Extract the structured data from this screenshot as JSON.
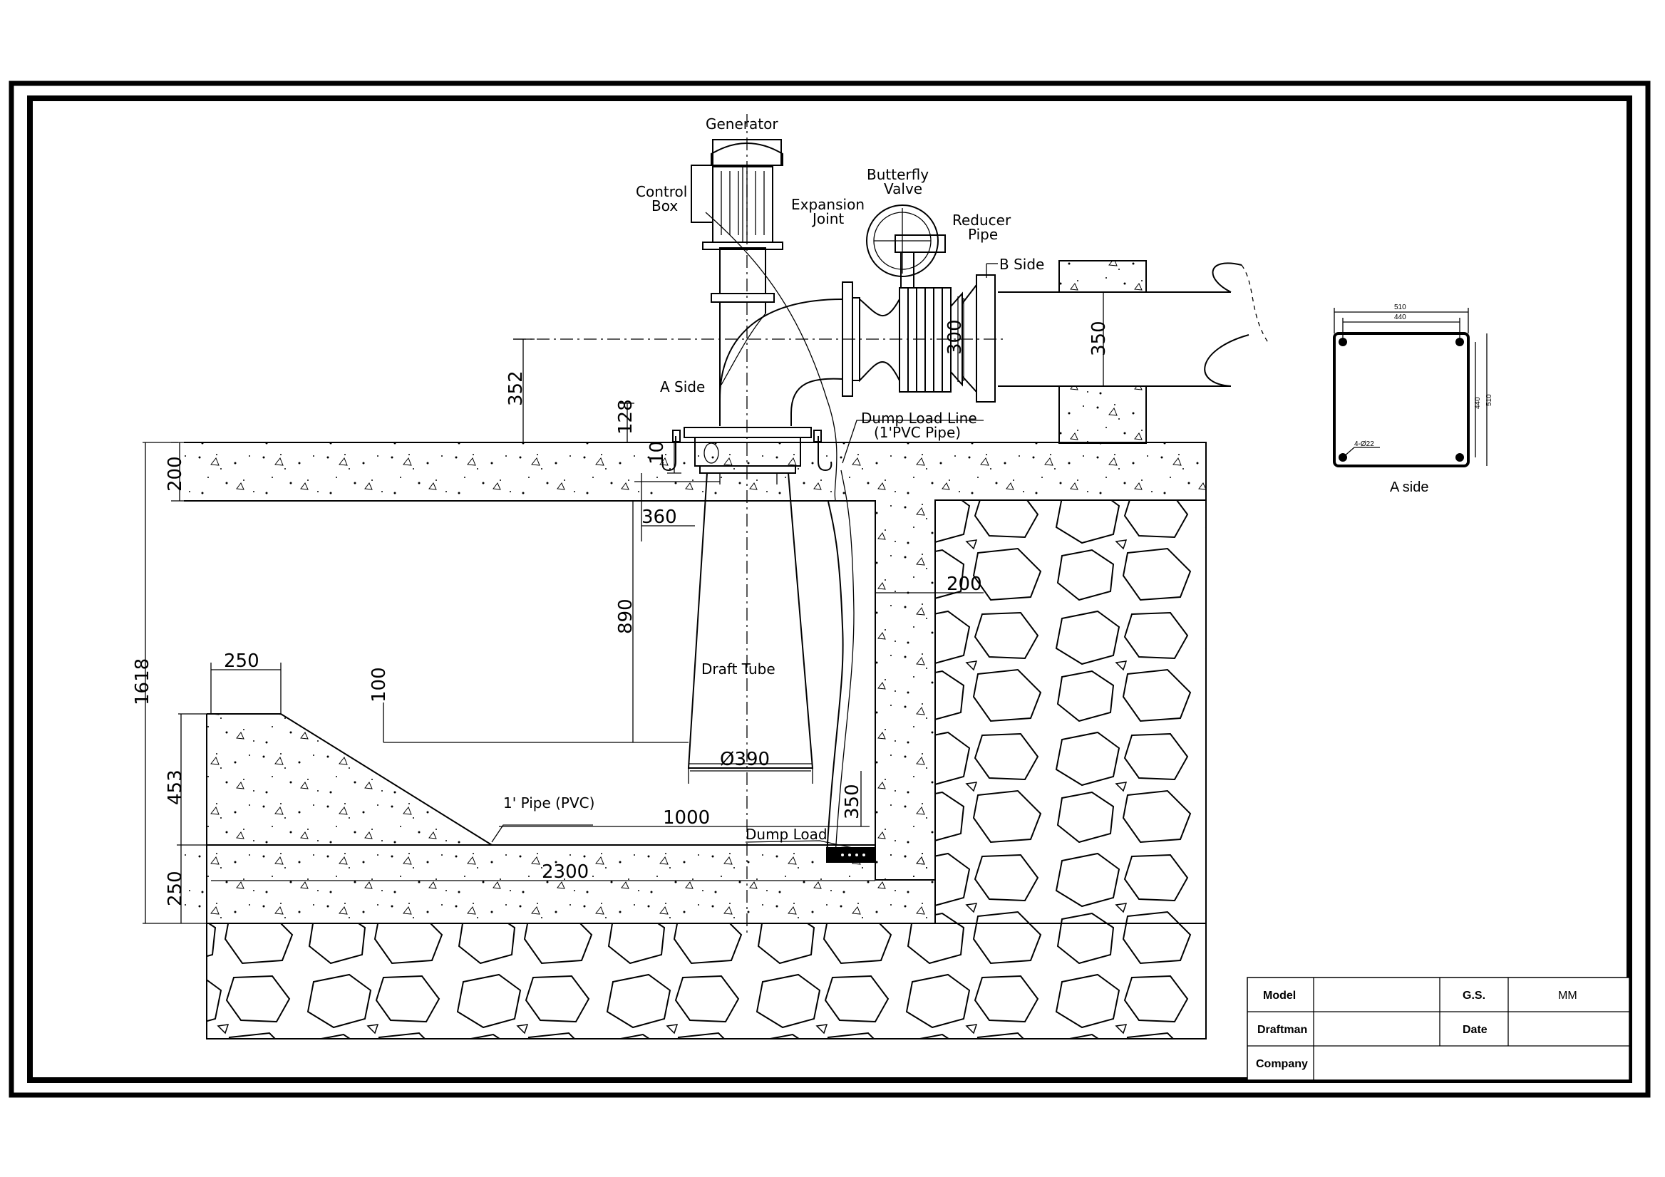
{
  "components": {
    "generator": "Generator",
    "control_box_1": "Control",
    "control_box_2": "Box",
    "butterfly_valve_1": "Butterfly",
    "butterfly_valve_2": "Valve",
    "expansion_joint_1": "Expansion",
    "expansion_joint_2": "Joint",
    "reducer_pipe_1": "Reducer",
    "reducer_pipe_2": "Pipe",
    "b_side": "B Side",
    "a_side": "A Side",
    "dump_load_line_1": "Dump Load Line",
    "dump_load_line_2": "(1'PVC Pipe)",
    "draft_tube": "Draft Tube",
    "pipe_pvc": "1' Pipe (PVC)",
    "dump_load": "Dump Load"
  },
  "dimensions": {
    "d200_top": "200",
    "d352": "352",
    "d128": "128",
    "d10": "10",
    "d360": "360",
    "d890": "890",
    "d1618": "1618",
    "d250_top": "250",
    "d100": "100",
    "d453": "453",
    "d250_bottom": "250",
    "d390": "Ø390",
    "d350_pipe": "350",
    "d300": "300",
    "d350_dump": "350",
    "d1000": "1000",
    "d2300": "2300",
    "d200_wall": "200"
  },
  "flange_detail": {
    "caption": "A side",
    "w510": "510",
    "w440": "440",
    "h440": "440",
    "h510": "510",
    "holes": "4-Ø22"
  },
  "title_block": {
    "model_label": "Model",
    "model_value": "",
    "gs_label": "G.S.",
    "gs_value": "MM",
    "draftman_label": "Draftman",
    "draftman_value": "",
    "date_label": "Date",
    "date_value": "",
    "company_label": "Company",
    "company_value": ""
  }
}
